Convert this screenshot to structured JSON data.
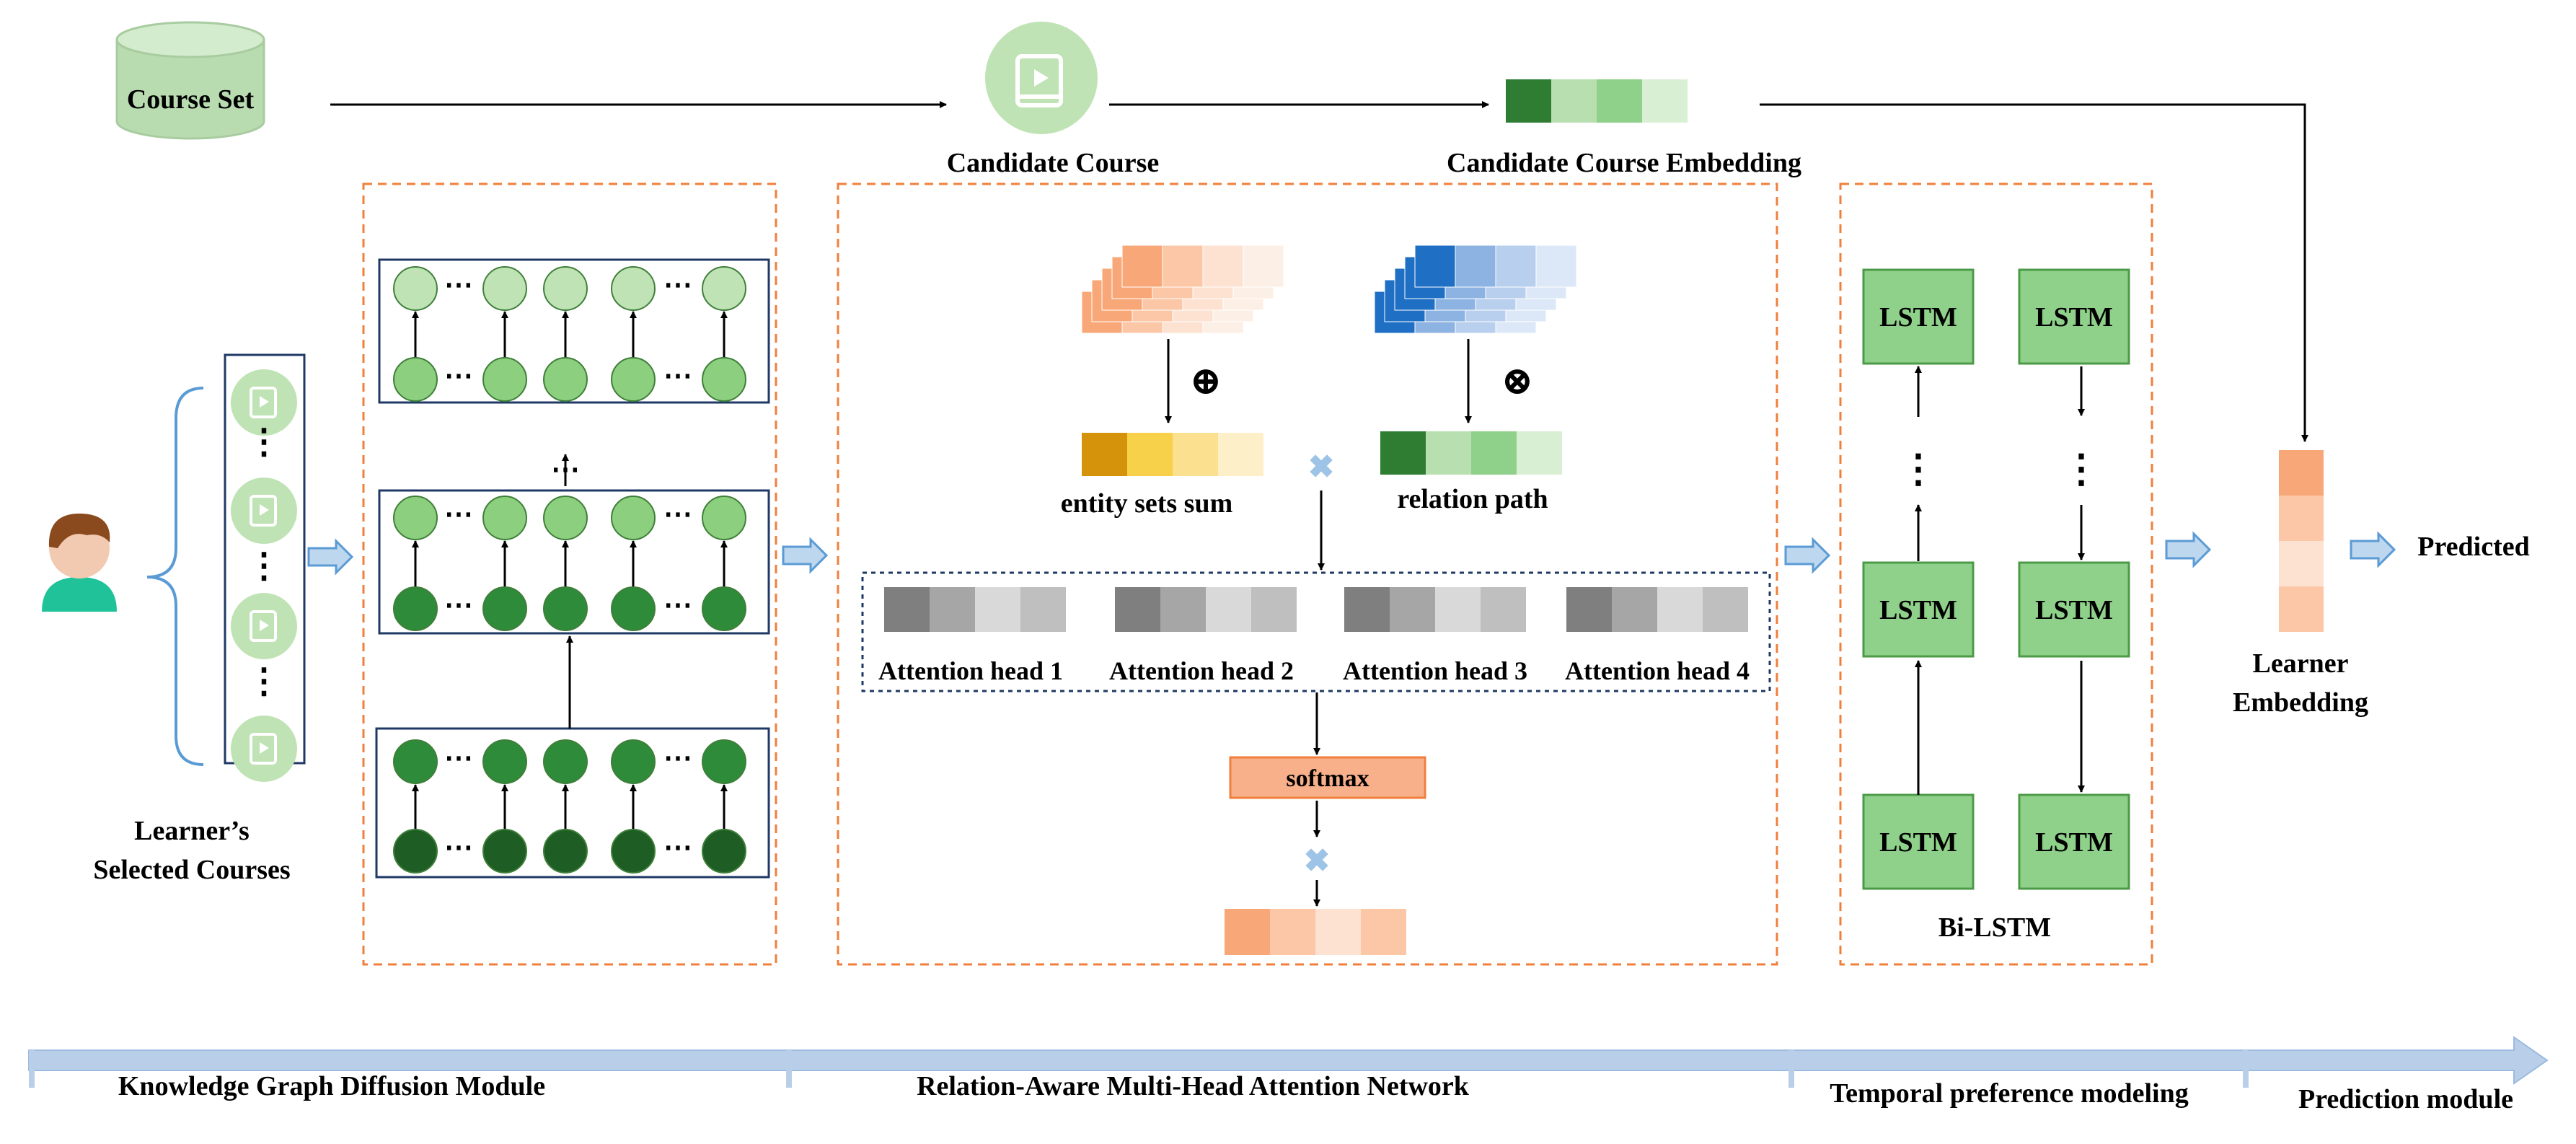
{
  "labels": {
    "course_set": "Course Set",
    "candidate_course": "Candidate Course",
    "candidate_course_embedding": "Candidate Course Embedding",
    "learners_line1": "Learner’s",
    "learners_line2": "Selected Courses",
    "entity_sets_sum": "entity sets sum",
    "relation_path": "relation path",
    "attention_heads": [
      "Attention head 1",
      "Attention head 2",
      "Attention head 3",
      "Attention head 4"
    ],
    "softmax": "softmax",
    "lstm": "LSTM",
    "bi_lstm": "Bi-LSTM",
    "learner_embedding_line1": "Learner",
    "learner_embedding_line2": "Embedding",
    "predicted": "Predicted",
    "modules": [
      "Knowledge Graph Diffusion Module",
      "Relation-Aware Multi-Head Attention Network",
      "Temporal preference modeling",
      "Prediction module"
    ],
    "ellipsis": "⋯",
    "vdots": "⋮"
  },
  "operators": {
    "sum": "⊕",
    "product": "⊗",
    "multiply": "✖"
  },
  "icons": [
    "user-avatar-icon",
    "course-book-icon",
    "database-icon"
  ],
  "colors": {
    "dashed_border": "#f07f3c",
    "arrow_fill": "#bdd7ee",
    "arrow_stroke": "#5b9bd5",
    "lstm_fill": "#8fd18a",
    "lstm_stroke": "#4c9a47",
    "node_light": "#bfe3b4",
    "node_mid": "#8ccf7e",
    "node_dark": "#2e8b3a",
    "node_darker": "#1e5e24",
    "timeline": "#b9cfe9",
    "softmax_fill": "#f8b08a",
    "candidate_embedding": [
      "#2e7d32",
      "#b7dfb0",
      "#8fd18a",
      "#d9efd4"
    ],
    "entity_sum": [
      "#d4930a",
      "#f8d14a",
      "#fbe08f",
      "#fdf0c8"
    ],
    "relation_path": [
      "#2e7d32",
      "#b7dfb0",
      "#8fd18a",
      "#d9efd4"
    ],
    "attention_head": [
      "#7f7f7f",
      "#a6a6a6",
      "#d9d9d9",
      "#bfbfbf"
    ],
    "output_embedding": [
      "#f8a878",
      "#fbc7a6",
      "#fde2d2",
      "#fbc7a6"
    ],
    "learner_embedding": [
      "#f8a878",
      "#fbc7a6",
      "#fde2d2",
      "#fbc7a6"
    ]
  }
}
